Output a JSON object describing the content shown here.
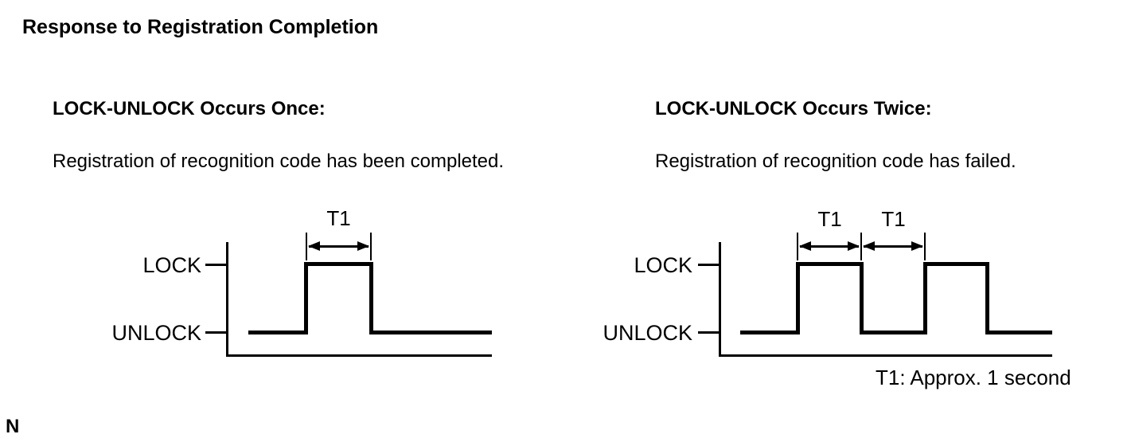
{
  "page_title": "Response to Registration Completion",
  "sections": [
    {
      "heading": "LOCK-UNLOCK Occurs Once:",
      "description": "Registration of recognition code has been completed.",
      "diagram": {
        "high_label": "LOCK",
        "low_label": "UNLOCK",
        "pulse_count": 1,
        "states_sequence": [
          "UNLOCK",
          "LOCK",
          "UNLOCK"
        ],
        "t1_labels": [
          "T1"
        ]
      }
    },
    {
      "heading": "LOCK-UNLOCK Occurs Twice:",
      "description": "Registration of recognition code has failed.",
      "diagram": {
        "high_label": "LOCK",
        "low_label": "UNLOCK",
        "pulse_count": 2,
        "states_sequence": [
          "UNLOCK",
          "LOCK",
          "UNLOCK",
          "LOCK",
          "UNLOCK"
        ],
        "t1_labels": [
          "T1",
          "T1"
        ]
      }
    }
  ],
  "note": "T1: Approx. 1 second",
  "footer_marker": "N",
  "colors": {
    "ink": "#000000",
    "background": "#ffffff"
  }
}
